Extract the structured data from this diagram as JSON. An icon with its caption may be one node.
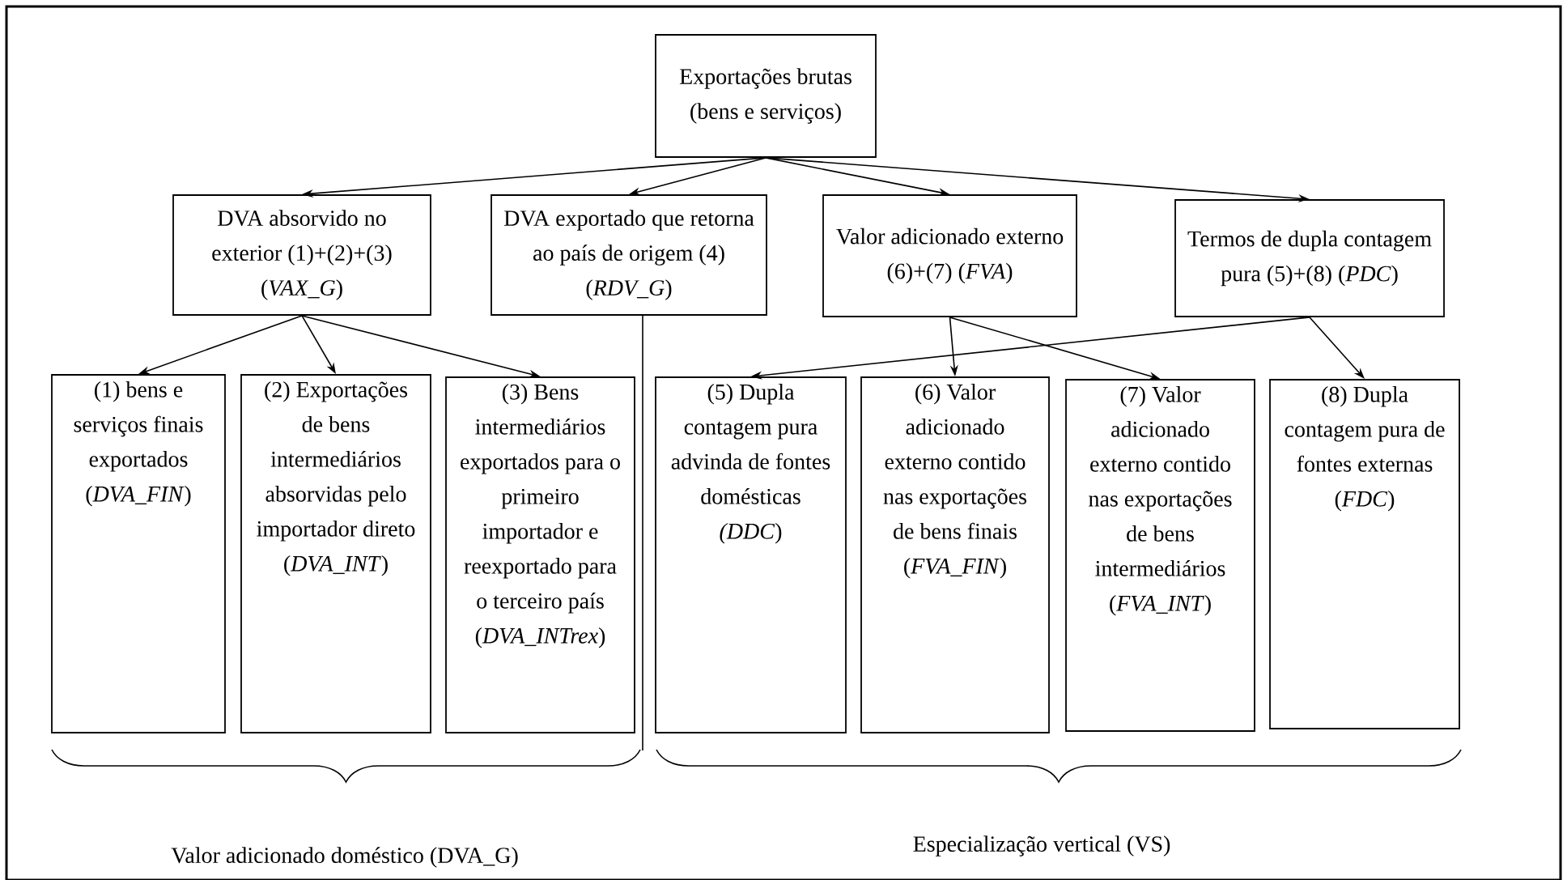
{
  "diagram": {
    "nodes": [
      {
        "text": [
          "Exportações brutas (bens e serviços)"
        ]
      },
      {
        "text": [
          "DVA absorvido no exterior (1)+(2)+(3) (*VAX_G*)"
        ]
      },
      {
        "text": [
          "DVA exportado que retorna ao país de origem (4) (*RDV_G*)"
        ]
      },
      {
        "text": [
          "Valor adicionado externo (6)+(7) (*FVA*)"
        ]
      },
      {
        "text": [
          "Termos de dupla contagem pura (5)+(8) (*PDC*)"
        ]
      },
      {
        "text": [
          "(1) bens e serviços finais exportados (*DVA_FIN*)"
        ]
      },
      {
        "text": [
          "(2) Exportações de bens intermediários absorvidas pelo importador direto (*DVA_INT*)"
        ]
      },
      {
        "text": [
          "(3) Bens intermediários exportados para o primeiro importador e reexportado para o terceiro país (*DVA_INTrex*)"
        ]
      },
      {
        "text": [
          "(5) Dupla contagem pura advinda de fontes domésticas *(DDC*)"
        ]
      },
      {
        "text": [
          "(6) Valor adicionado externo contido nas exportações de bens finais (*FVA_FIN*)"
        ]
      },
      {
        "text": [
          "(7) Valor adicionado externo contido nas exportações de bens intermediários (*FVA_INT*)"
        ]
      },
      {
        "text": [
          "(8) Dupla contagem pura de fontes externas (*FDC*)"
        ]
      }
    ],
    "edges": [
      {
        "from": 0,
        "to": 1,
        "arrow": "to"
      },
      {
        "from": 0,
        "to": 2,
        "arrow": "to"
      },
      {
        "from": 0,
        "to": 3,
        "arrow": "to"
      },
      {
        "from": 0,
        "to": 4,
        "arrow": "to"
      },
      {
        "from": 1,
        "to": 5,
        "arrow": "to"
      },
      {
        "from": 1,
        "to": 6,
        "arrow": "to"
      },
      {
        "from": 1,
        "to": 7,
        "arrow": "to"
      },
      {
        "from": 4,
        "to": 8,
        "arrow": "to"
      },
      {
        "from": 3,
        "to": 9,
        "arrow": "to"
      },
      {
        "from": 3,
        "to": 10,
        "arrow": "to"
      },
      {
        "from": 4,
        "to": 11,
        "arrow": "to"
      }
    ],
    "labels": [
      "Valor adicionado doméstico (DVA_G)",
      "Especialização vertical (VS)"
    ]
  }
}
